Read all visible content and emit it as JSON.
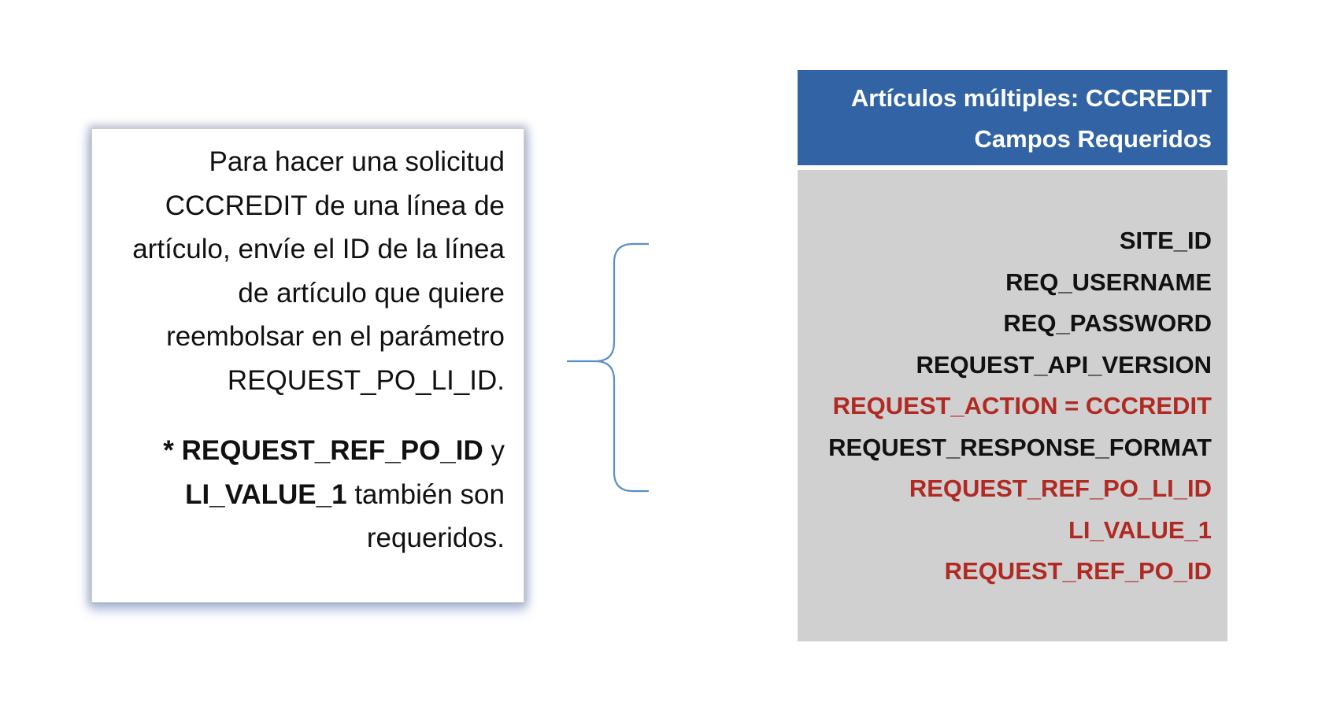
{
  "note": {
    "paragraph_lines": [
      "Para hacer una solicitud",
      "CCCREDIT de una línea de",
      "artículo, envíe el ID de la línea",
      "de artículo que quiere",
      "reembolsar en el parámetro",
      "REQUEST_PO_LI_ID."
    ],
    "extra_line1_bold": "* REQUEST_REF_PO_ID",
    "extra_line1_rest": " y",
    "extra_line2_bold": "LI_VALUE_1",
    "extra_line2_rest": " también son",
    "extra_line3": "requeridos."
  },
  "fields_panel": {
    "title_line1": "Artículos múltiples: CCCREDIT",
    "title_line2": "Campos Requeridos",
    "header_color": "#3264a5",
    "body_color": "#d0d0d0",
    "fields": [
      {
        "label": "SITE_ID",
        "highlight": false
      },
      {
        "label": "REQ_USERNAME",
        "highlight": false
      },
      {
        "label": "REQ_PASSWORD",
        "highlight": false
      },
      {
        "label": "REQUEST_API_VERSION",
        "highlight": false
      },
      {
        "label": "REQUEST_ACTION = CCCREDIT",
        "highlight": true
      },
      {
        "label": "REQUEST_RESPONSE_FORMAT",
        "highlight": false
      },
      {
        "label": "REQUEST_REF_PO_LI_ID",
        "highlight": true
      },
      {
        "label": "LI_VALUE_1",
        "highlight": true
      },
      {
        "label": "REQUEST_REF_PO_ID",
        "highlight": true
      }
    ],
    "highlight_color": "#b02a23"
  },
  "connector": {
    "icon": "curly-brace-icon",
    "color": "#5b8fc9"
  }
}
